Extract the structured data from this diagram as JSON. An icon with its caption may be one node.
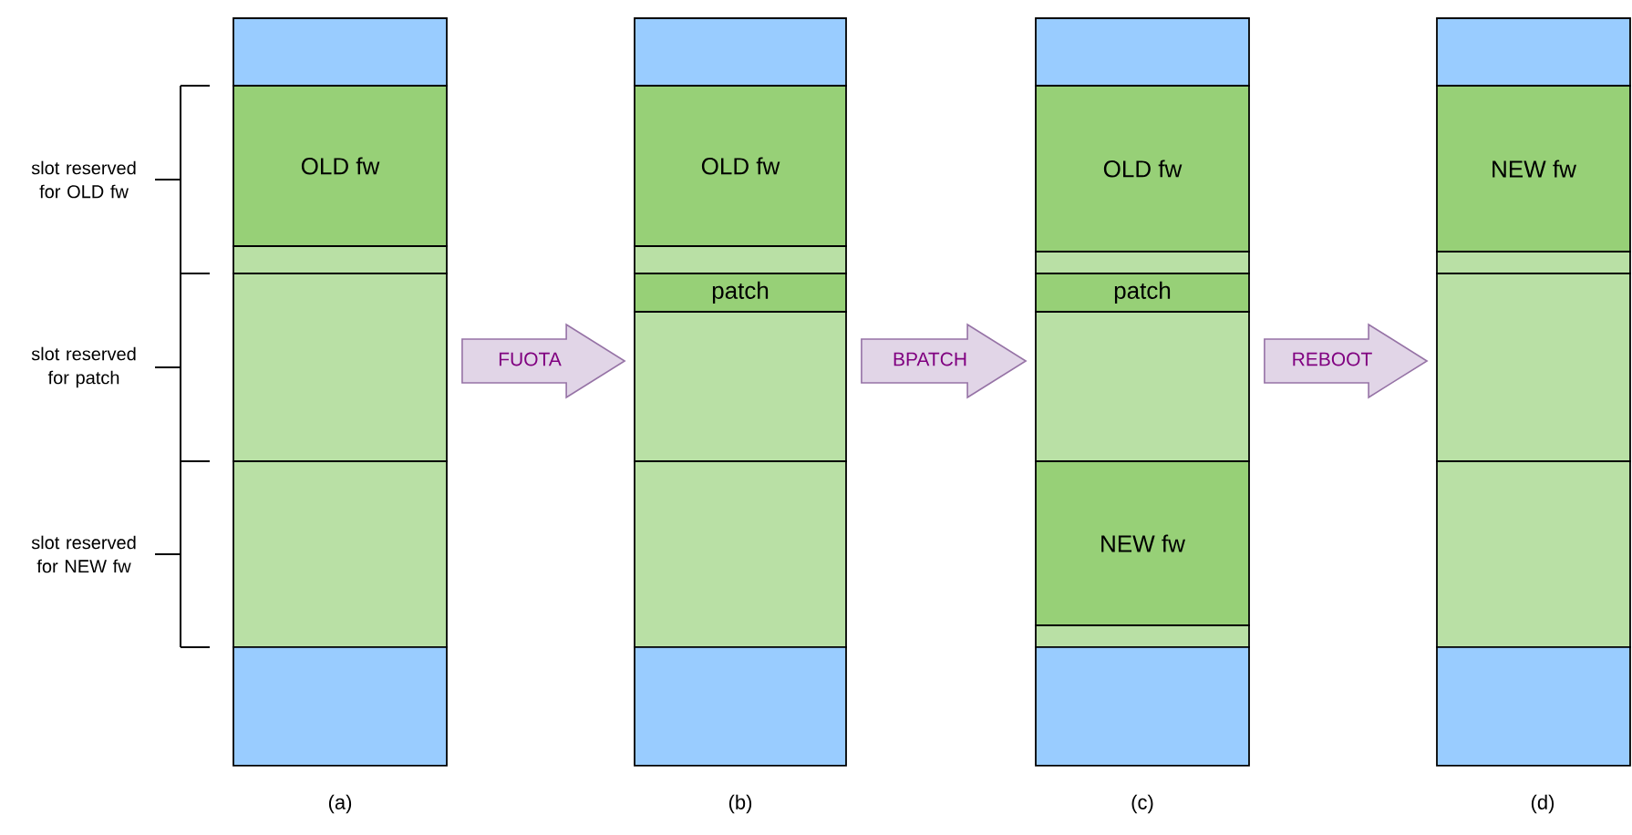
{
  "diagram": {
    "nodes": [
      {
        "text": [],
        "shape": "box"
      },
      {
        "text": [
          "OLD fw"
        ]
      },
      {
        "text": [],
        "shape": "box"
      },
      {
        "text": [],
        "shape": "box"
      },
      {
        "text": [],
        "shape": "box"
      },
      {
        "text": [],
        "shape": "box"
      },
      {
        "text": [],
        "shape": "box"
      },
      {
        "text": [
          "OLD fw"
        ]
      },
      {
        "text": [],
        "shape": "box"
      },
      {
        "text": [
          "patch"
        ]
      },
      {
        "text": [],
        "shape": "box"
      },
      {
        "text": [],
        "shape": "box"
      },
      {
        "text": [],
        "shape": "box"
      },
      {
        "text": [],
        "shape": "box"
      },
      {
        "text": [
          "OLD fw"
        ]
      },
      {
        "text": [],
        "shape": "box"
      },
      {
        "text": [
          "patch"
        ]
      },
      {
        "text": [],
        "shape": "box"
      },
      {
        "text": [
          "NEW fw"
        ]
      },
      {
        "text": [],
        "shape": "box"
      },
      {
        "text": [],
        "shape": "box"
      },
      {
        "text": [],
        "shape": "box"
      },
      {
        "text": [
          "NEW fw"
        ]
      },
      {
        "text": [],
        "shape": "box"
      },
      {
        "text": [],
        "shape": "box"
      },
      {
        "text": [],
        "shape": "box"
      },
      {
        "text": [],
        "shape": "box"
      }
    ],
    "edges": [
      {
        "from": 3,
        "to": 10,
        "arrow": "to",
        "label": "FUOTA"
      },
      {
        "from": 10,
        "to": 17,
        "arrow": "to",
        "label": "BPATCH"
      },
      {
        "from": 17,
        "to": 24,
        "arrow": "to",
        "label": "REBOOT"
      }
    ],
    "labels": [
      "slot reserved for OLD fw",
      "slot reserved for patch",
      "slot reserved for NEW fw",
      "(a)",
      "(b)",
      "(c)",
      "(d)"
    ]
  }
}
